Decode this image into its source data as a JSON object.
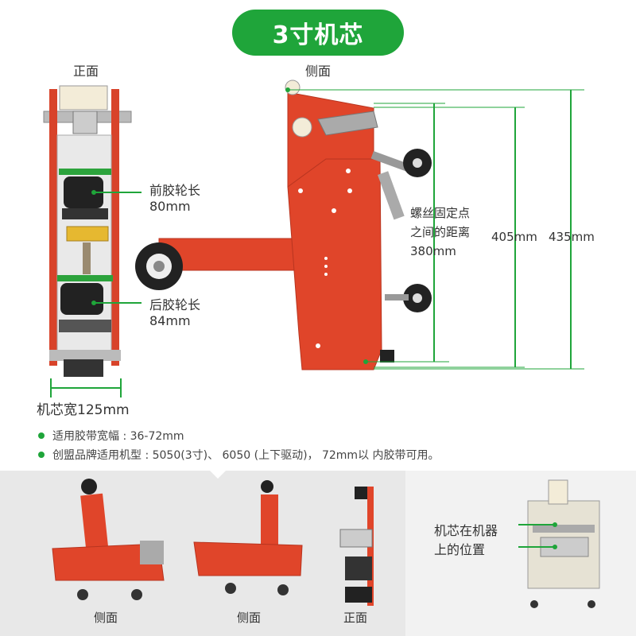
{
  "title": "3寸机芯",
  "front_view": {
    "label": "正面",
    "front_roller": {
      "label": "前胶轮长",
      "value": "80mm"
    },
    "rear_roller": {
      "label": "后胶轮长",
      "value": "84mm"
    },
    "width_label": "机芯宽125mm"
  },
  "side_view": {
    "label": "侧面",
    "screw_distance": {
      "line1": "螺丝固定点",
      "line2": "之间的距离",
      "value": "380mm"
    },
    "dim_405": "405mm",
    "dim_435": "435mm"
  },
  "specs": [
    "适用胶带宽幅 : 36-72mm",
    "创盟品牌适用机型 : 5050(3寸)、 6050 (上下驱动)， 72mm以 内胶带可用。"
  ],
  "bottom": {
    "thumb1_label": "侧面",
    "thumb2_label": "侧面",
    "thumb3_label": "正面",
    "position_label_line1": "机芯在机器",
    "position_label_line2": "上的位置"
  },
  "colors": {
    "accent_green": "#1fa53a",
    "machine_red": "#e0452a",
    "panel_gray": "#e8e8e8"
  }
}
